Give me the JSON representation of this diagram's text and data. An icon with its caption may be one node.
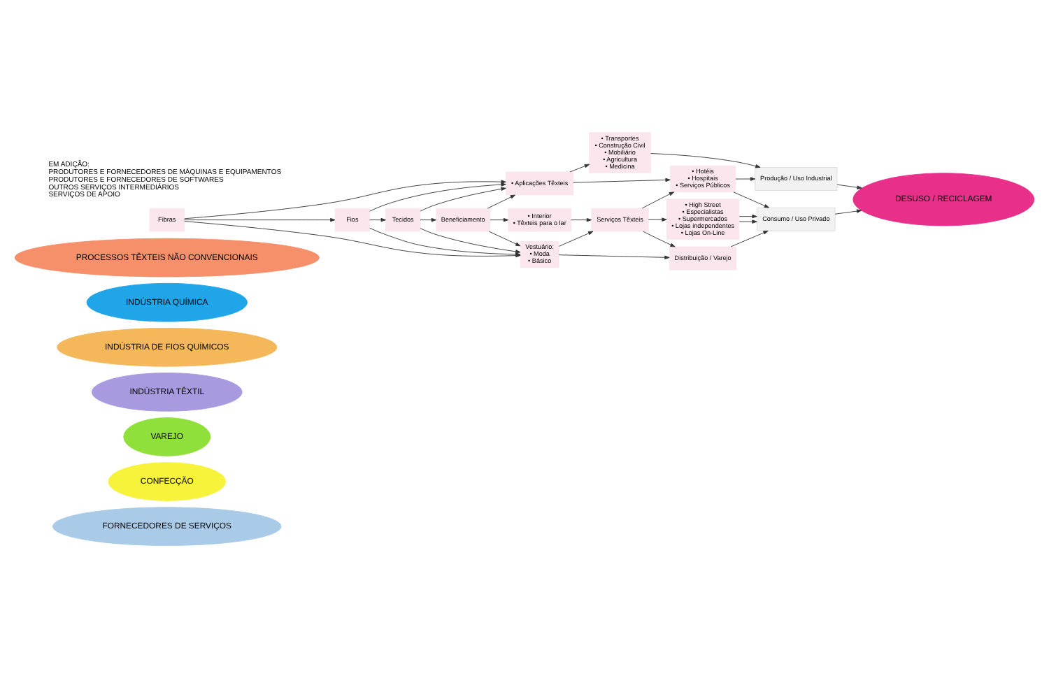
{
  "diagram": {
    "nodes": [
      {
        "text": [
          "FORNECEDORES DE SERVIÇOS"
        ]
      },
      {
        "text": [
          "CONFECÇÃO"
        ]
      },
      {
        "text": [
          "VAREJO"
        ]
      },
      {
        "text": [
          "INDÚSTRIA TÊXTIL"
        ]
      },
      {
        "text": [
          "INDÚSTRIA DE FIOS QUÍMICOS"
        ]
      },
      {
        "text": [
          "INDÚSTRIA QUÍMICA"
        ]
      },
      {
        "text": [
          "PROCESSOS TÊXTEIS NÃO CONVENCIONAIS"
        ]
      },
      {
        "text": [
          "Fibras"
        ]
      },
      {
        "text": [
          "Fios"
        ]
      },
      {
        "text": [
          "Tecidos"
        ]
      },
      {
        "text": [
          "Beneficiamento"
        ]
      },
      {
        "text": [
          "Vestuário:",
          "• Moda",
          "• Básico"
        ]
      },
      {
        "text": [
          "• Interior",
          "• Têxteis para o lar"
        ]
      },
      {
        "text": [
          "• Aplicações Têxteis"
        ]
      },
      {
        "text": [
          "Distribuição / Varejo"
        ]
      },
      {
        "text": [
          "Serviços Têxteis"
        ]
      },
      {
        "text": [
          "• High Street",
          "• Especialistas",
          "• Supermercados",
          "• Lojas independentes",
          "• Lojas On-Line"
        ]
      },
      {
        "text": [
          "• Hotéis",
          "• Hospitais",
          "• Serviços Públicos"
        ]
      },
      {
        "text": [
          "• Transportes",
          "• Construção Civil",
          "• Mobiliário",
          "• Agricultura",
          "• Medicina"
        ]
      },
      {
        "text": [
          "Consumo / Uso Privado"
        ]
      },
      {
        "text": [
          "Produção / Uso Industrial"
        ]
      },
      {
        "text": [
          "DESUSO / RECICLAGEM"
        ]
      }
    ],
    "edges": [
      {
        "from": 7,
        "to": 8,
        "arrow": "to"
      },
      {
        "from": 8,
        "to": 9,
        "arrow": "to"
      },
      {
        "from": 9,
        "to": 10,
        "arrow": "to"
      },
      {
        "from": 10,
        "to": 12,
        "arrow": "to"
      },
      {
        "from": 7,
        "to": 11,
        "arrow": "to"
      },
      {
        "from": 8,
        "to": 11,
        "arrow": "to"
      },
      {
        "from": 9,
        "to": 11,
        "arrow": "to"
      },
      {
        "from": 10,
        "to": 11,
        "arrow": "to"
      },
      {
        "from": 7,
        "to": 13,
        "arrow": "to"
      },
      {
        "from": 8,
        "to": 13,
        "arrow": "to"
      },
      {
        "from": 9,
        "to": 13,
        "arrow": "to"
      },
      {
        "from": 10,
        "to": 13,
        "arrow": "to"
      },
      {
        "from": 11,
        "to": 14,
        "arrow": "to"
      },
      {
        "from": 11,
        "to": 15,
        "arrow": "to"
      },
      {
        "from": 12,
        "to": 15,
        "arrow": "to"
      },
      {
        "from": 15,
        "to": 14,
        "arrow": "to"
      },
      {
        "from": 15,
        "to": 16,
        "arrow": "to"
      },
      {
        "from": 15,
        "to": 17,
        "arrow": "to"
      },
      {
        "from": 13,
        "to": 17,
        "arrow": "to"
      },
      {
        "from": 13,
        "to": 18,
        "arrow": "to"
      },
      {
        "from": 14,
        "to": 19,
        "arrow": "to"
      },
      {
        "from": 16,
        "to": 19,
        "arrow": "to"
      },
      {
        "from": 16,
        "to": 19,
        "arrow": "to"
      },
      {
        "from": 17,
        "to": 19,
        "arrow": "to"
      },
      {
        "from": 17,
        "to": 20,
        "arrow": "to"
      },
      {
        "from": 18,
        "to": 20,
        "arrow": "to"
      },
      {
        "from": 19,
        "to": 21,
        "arrow": "to"
      },
      {
        "from": 20,
        "to": 21,
        "arrow": "to"
      }
    ],
    "labels": [
      "EM ADIÇÃO:",
      "PRODUTORES E FORNECEDORES DE MÁQUINAS E EQUIPAMENTOS",
      "PRODUTORES E FORNECEDORES DE SOFTWARES",
      "OUTROS SERVIÇOS INTERMEDIÁRIOS",
      "SERVIÇOS DE APOIO"
    ]
  }
}
